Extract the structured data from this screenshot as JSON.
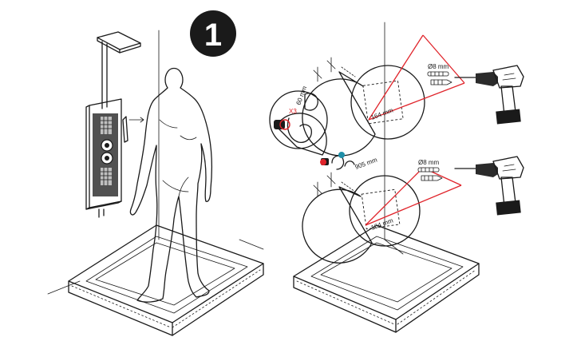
{
  "step_badge": {
    "number": "1"
  },
  "labels": {
    "quantity": "X3",
    "panel_distance": "905 mm",
    "bolt_length": "60 mm",
    "hole_spacing_top": "164 mm",
    "hole_spacing_bottom": "164 mm",
    "drill_diameter_top": "Ø8 mm",
    "drill_diameter_bottom": "Ø8 mm"
  },
  "colors": {
    "accent_red": "#e0242b",
    "accent_teal": "#1f8fa8",
    "line": "#1a1a1a",
    "drill_body": "#2b2b2b"
  },
  "icons": [
    "shower-panel-icon",
    "person-figure-icon",
    "shower-tray-icon",
    "drill-icon",
    "wall-plug-icon",
    "screw-icon"
  ]
}
